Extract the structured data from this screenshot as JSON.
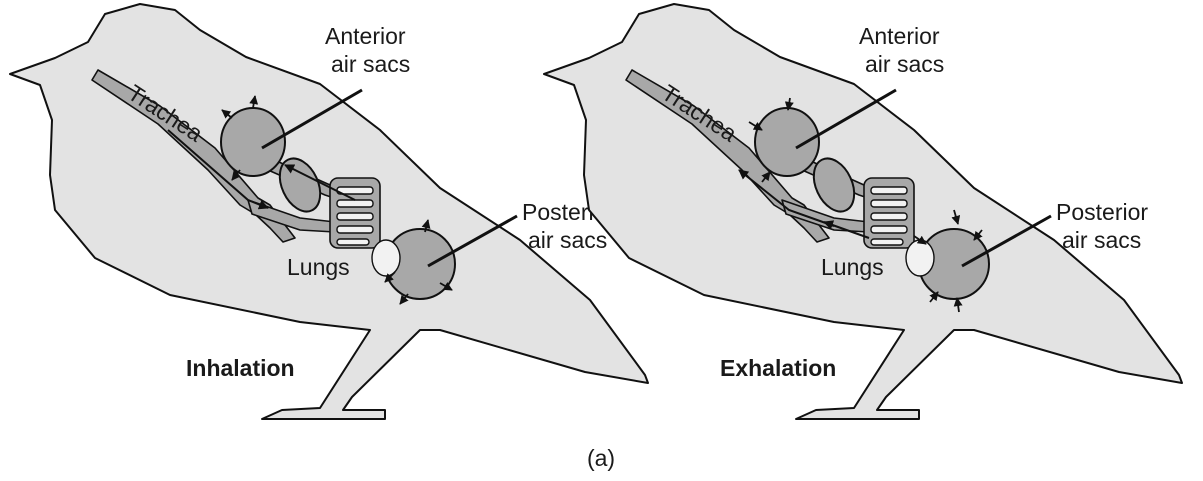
{
  "panels": [
    {
      "trachea_label": "Trachea",
      "anterior_label_line1": "Anterior",
      "anterior_label_line2": "air sacs",
      "posterior_label_line1": "Posterior",
      "posterior_label_line2": "air sacs",
      "lungs_label": "Lungs",
      "phase_label": "Inhalation"
    },
    {
      "trachea_label": "Trachea",
      "anterior_label_line1": "Anterior",
      "anterior_label_line2": "air sacs",
      "posterior_label_line1": "Posterior",
      "posterior_label_line2": "air sacs",
      "lungs_label": "Lungs",
      "phase_label": "Exhalation"
    }
  ],
  "caption": "(a)",
  "colors": {
    "body_fill": "#e3e3e3",
    "organ_fill": "#a8a8a8",
    "outline": "#111111"
  }
}
